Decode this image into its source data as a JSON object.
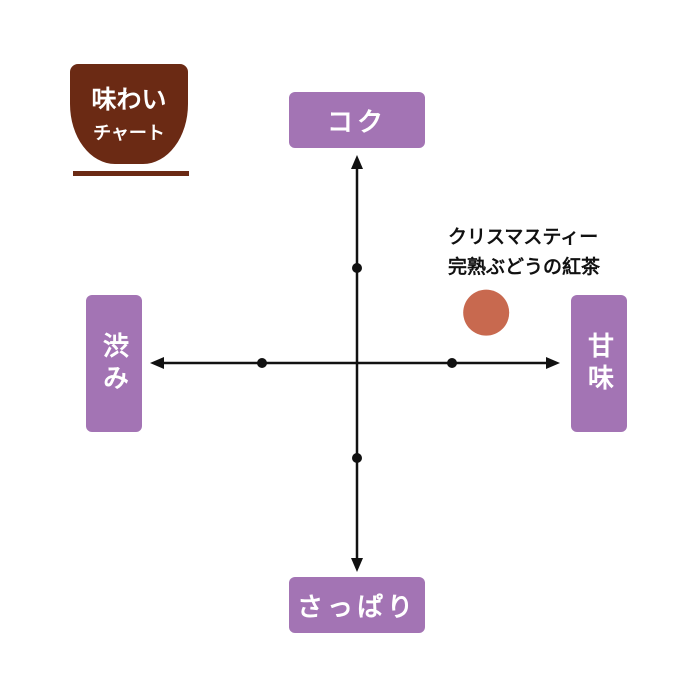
{
  "logo": {
    "line1": "味わい",
    "line2": "チャート"
  },
  "axes": {
    "top": "コク",
    "bottom": "さっぱり",
    "left": "渋み",
    "right": "甘味"
  },
  "product": {
    "line1": "クリスマスティー",
    "line2": "完熟ぶどうの紅茶",
    "x": 1.36,
    "y": 0.53
  },
  "ticks": [
    -1,
    1
  ],
  "colors": {
    "label": "#a374b4",
    "logo": "#6b2a14",
    "point": "#c8694f"
  }
}
